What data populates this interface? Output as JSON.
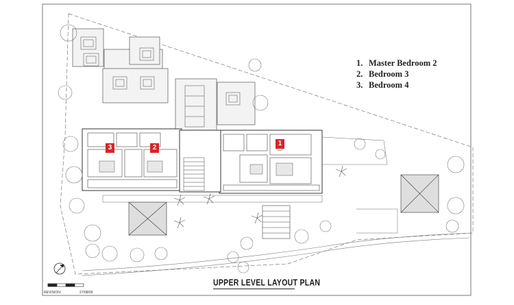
{
  "legend": {
    "items": [
      {
        "num": "1.",
        "label": "Master Bedroom 2"
      },
      {
        "num": "2.",
        "label": "Bedroom 3"
      },
      {
        "num": "3.",
        "label": "Bedroom 4"
      }
    ]
  },
  "plan": {
    "title": "UPPER LEVEL LAYOUT PLAN",
    "revision_label": "REVISION:",
    "revision_date": "27/08/09"
  },
  "markers": [
    {
      "id": "1",
      "color": "#d8252a"
    },
    {
      "id": "2",
      "color": "#d8252a"
    },
    {
      "id": "3",
      "color": "#d8252a"
    }
  ]
}
